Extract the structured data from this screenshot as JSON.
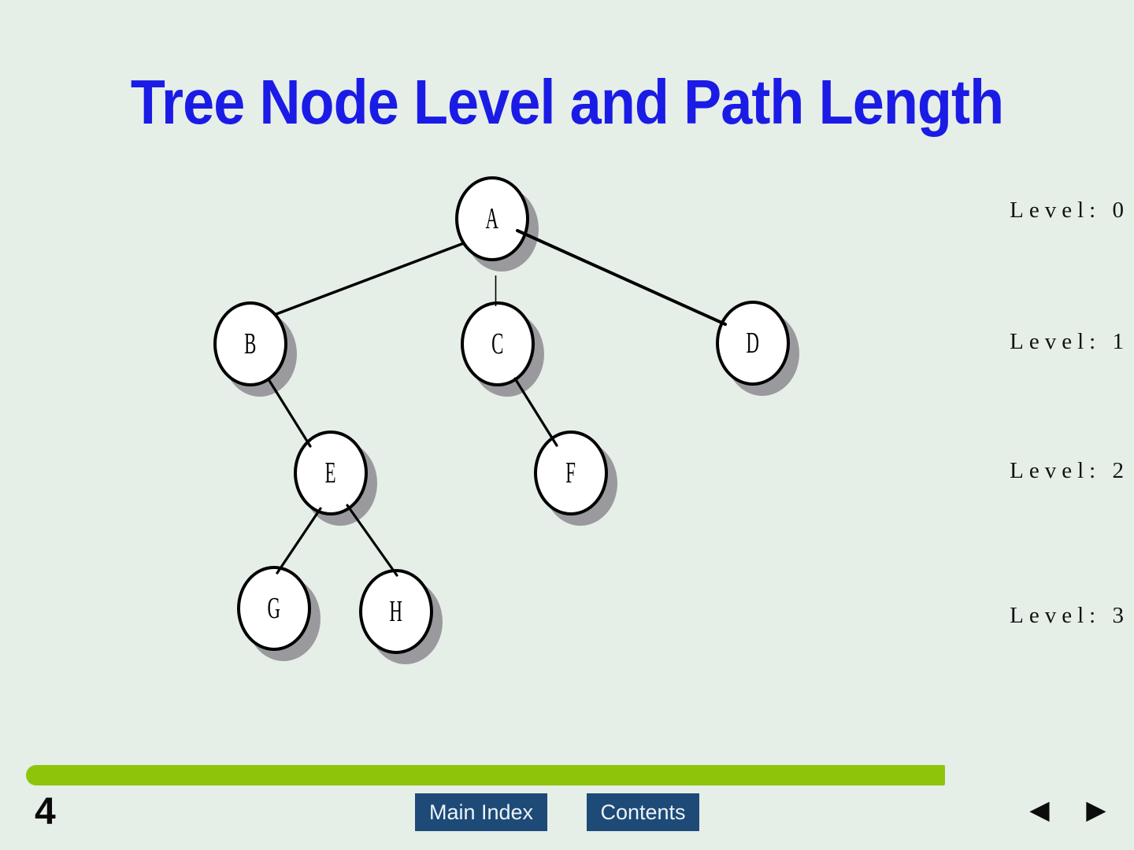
{
  "slide": {
    "title": "Tree Node Level and Path Length",
    "page_number": "4",
    "background_color": "#e6eee8",
    "title_color": "#1b1be6"
  },
  "tree": {
    "nodes": [
      {
        "id": "A",
        "label": "A",
        "level": 0
      },
      {
        "id": "B",
        "label": "B",
        "level": 1
      },
      {
        "id": "C",
        "label": "C",
        "level": 1
      },
      {
        "id": "D",
        "label": "D",
        "level": 1
      },
      {
        "id": "E",
        "label": "E",
        "level": 2
      },
      {
        "id": "F",
        "label": "F",
        "level": 2
      },
      {
        "id": "G",
        "label": "G",
        "level": 3
      },
      {
        "id": "H",
        "label": "H",
        "level": 3
      }
    ],
    "edges": [
      {
        "from": "A",
        "to": "B"
      },
      {
        "from": "A",
        "to": "C"
      },
      {
        "from": "A",
        "to": "D"
      },
      {
        "from": "B",
        "to": "E"
      },
      {
        "from": "C",
        "to": "F"
      },
      {
        "from": "E",
        "to": "G"
      },
      {
        "from": "E",
        "to": "H"
      }
    ]
  },
  "levels": [
    {
      "label": "Level: 0"
    },
    {
      "label": "Level: 1"
    },
    {
      "label": "Level: 2"
    },
    {
      "label": "Level: 3"
    }
  ],
  "footer": {
    "main_index_label": "Main Index",
    "contents_label": "Contents",
    "prev_icon": "◀",
    "next_icon": "▶",
    "bar_color": "#8ec50b",
    "button_color": "#1d4a77"
  }
}
